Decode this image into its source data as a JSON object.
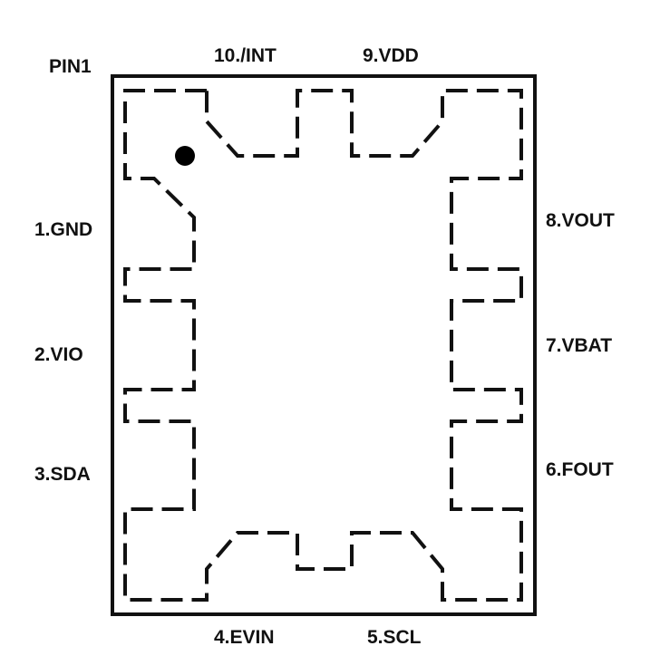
{
  "corner_label": "PIN1",
  "pins": {
    "top": [
      "10./INT",
      "9.VDD"
    ],
    "left": [
      "1.GND",
      "2.VIO",
      "3.SDA"
    ],
    "right": [
      "8.VOUT",
      "7.VBAT",
      "6.FOUT"
    ],
    "bottom": [
      "4.EVIN",
      "5.SCL"
    ]
  },
  "colors": {
    "outline": "#111111",
    "pad_dashes": "#111111",
    "pin1_dot": "#000000",
    "background": "#ffffff"
  }
}
